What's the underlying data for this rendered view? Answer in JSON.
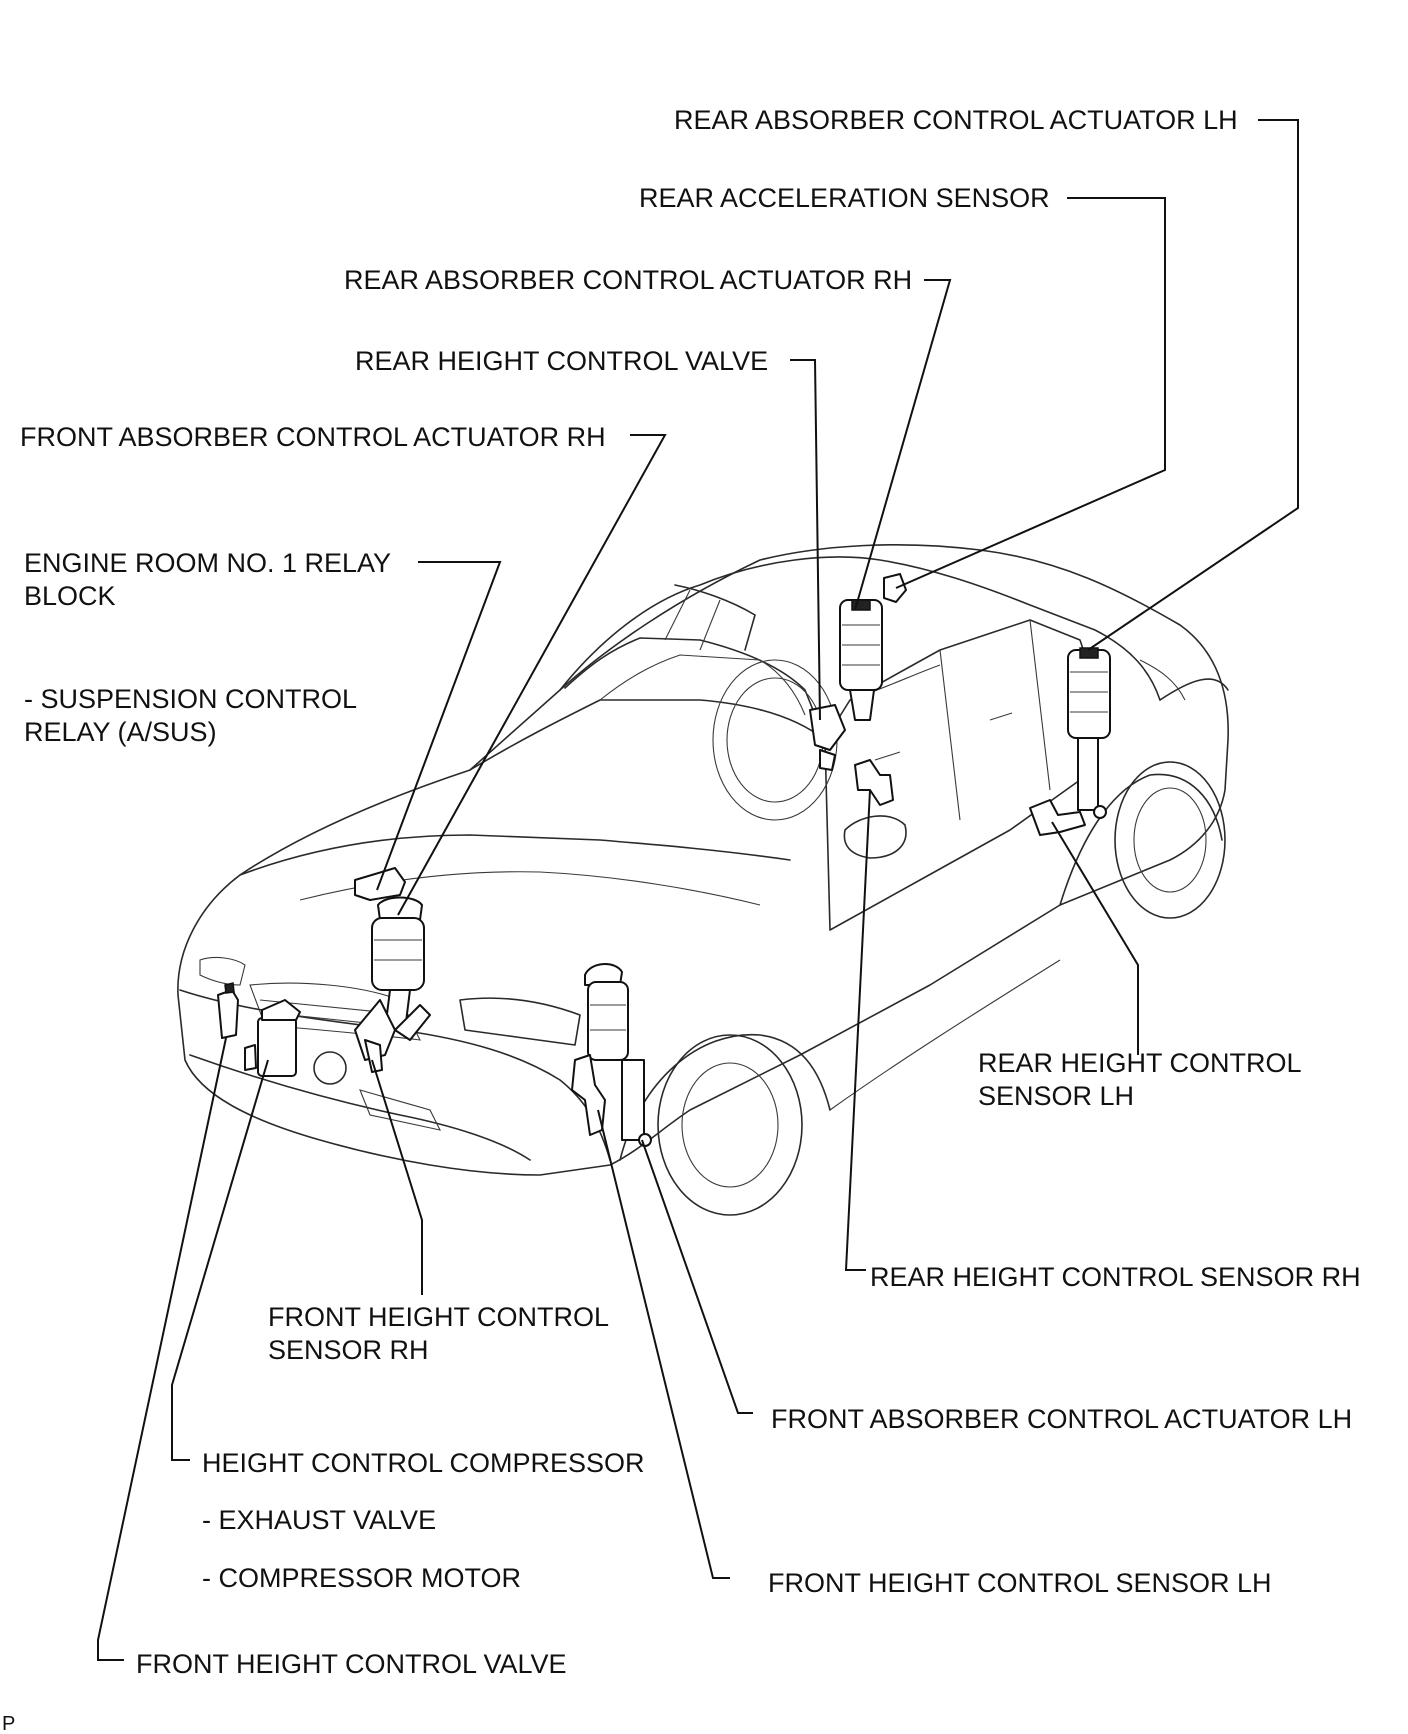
{
  "labels": {
    "rear_absorber_lh": "REAR ABSORBER CONTROL ACTUATOR LH",
    "rear_accel_sensor": "REAR ACCELERATION SENSOR",
    "rear_absorber_rh": "REAR ABSORBER CONTROL ACTUATOR RH",
    "rear_height_valve": "REAR HEIGHT CONTROL VALVE",
    "front_absorber_rh": "FRONT ABSORBER CONTROL ACTUATOR RH",
    "engine_relay_line1": "ENGINE ROOM NO. 1 RELAY",
    "engine_relay_line2": "BLOCK",
    "susp_relay_line1": "- SUSPENSION CONTROL",
    "susp_relay_line2": "RELAY (A/SUS)",
    "rear_height_sensor_lh_line1": "REAR HEIGHT CONTROL",
    "rear_height_sensor_lh_line2": "SENSOR LH",
    "rear_height_sensor_rh": "REAR HEIGHT CONTROL SENSOR RH",
    "front_height_sensor_rh_line1": "FRONT HEIGHT CONTROL",
    "front_height_sensor_rh_line2": "SENSOR RH",
    "front_absorber_lh": "FRONT ABSORBER CONTROL ACTUATOR LH",
    "height_compressor": "HEIGHT CONTROL COMPRESSOR",
    "exhaust_valve": "- EXHAUST VALVE",
    "compressor_motor": "- COMPRESSOR MOTOR",
    "front_height_sensor_lh": "FRONT HEIGHT CONTROL SENSOR LH",
    "front_height_valve": "FRONT HEIGHT CONTROL VALVE",
    "corner_mark": "P"
  }
}
